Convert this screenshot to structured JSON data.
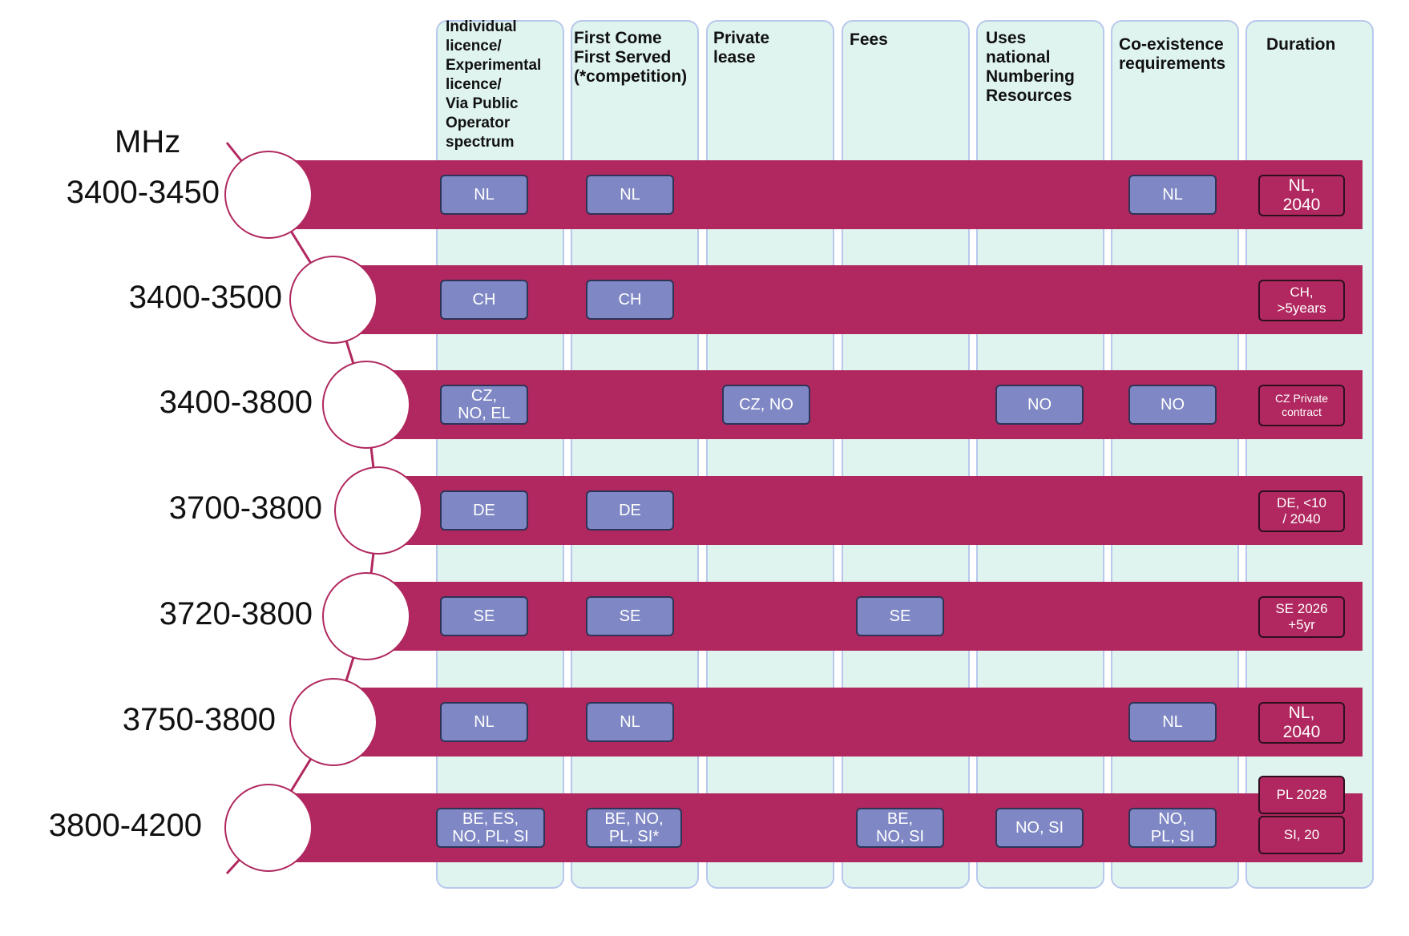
{
  "unit_label": "MHz",
  "columns": [
    {
      "id": "individual",
      "label": "Individual\nlicence/\nExperimental\nlicence/\nVia Public\nOperator\nspectrum"
    },
    {
      "id": "fcfs",
      "label": "First Come\nFirst Served\n(*competition)"
    },
    {
      "id": "private",
      "label": "Private\nlease"
    },
    {
      "id": "fees",
      "label": "Fees"
    },
    {
      "id": "numbering",
      "label": "Uses\nnational\nNumbering\nResources"
    },
    {
      "id": "coexist",
      "label": "Co-existence\nrequirements"
    },
    {
      "id": "duration",
      "label": "Duration"
    }
  ],
  "bands": [
    {
      "range": "3400-3450",
      "cells": {
        "individual": "NL",
        "fcfs": "NL",
        "coexist": "NL"
      },
      "duration": [
        "NL,\n2040"
      ]
    },
    {
      "range": "3400-3500",
      "cells": {
        "individual": "CH",
        "fcfs": "CH"
      },
      "duration": [
        "CH,\n>5years"
      ]
    },
    {
      "range": "3400-3800",
      "cells": {
        "individual": "CZ,\nNO, EL",
        "private": "CZ, NO",
        "numbering": "NO",
        "coexist": "NO"
      },
      "duration": [
        "CZ Private\ncontract"
      ]
    },
    {
      "range": "3700-3800",
      "cells": {
        "individual": "DE",
        "fcfs": "DE"
      },
      "duration": [
        "DE, <10\n/ 2040"
      ]
    },
    {
      "range": "3720-3800",
      "cells": {
        "individual": "SE",
        "fcfs": "SE",
        "fees": "SE"
      },
      "duration": [
        "SE 2026\n+5yr"
      ]
    },
    {
      "range": "3750-3800",
      "cells": {
        "individual": "NL",
        "fcfs": "NL",
        "coexist": "NL"
      },
      "duration": [
        "NL,\n2040"
      ]
    },
    {
      "range": "3800-4200",
      "cells": {
        "individual": "BE, ES,\nNO, PL, SI",
        "fcfs": "BE, NO,\nPL, SI*",
        "fees": "BE,\nNO, SI",
        "numbering": "NO, SI",
        "coexist": "NO,\nPL, SI"
      },
      "duration": [
        "PL 2028",
        "SI, 20"
      ]
    }
  ],
  "colors": {
    "band": "#b0285f",
    "column_fill": "#dff4ef",
    "column_border": "#b8c8ec",
    "tag_fill": "#7f88c4",
    "tag_border": "#2e3458"
  }
}
